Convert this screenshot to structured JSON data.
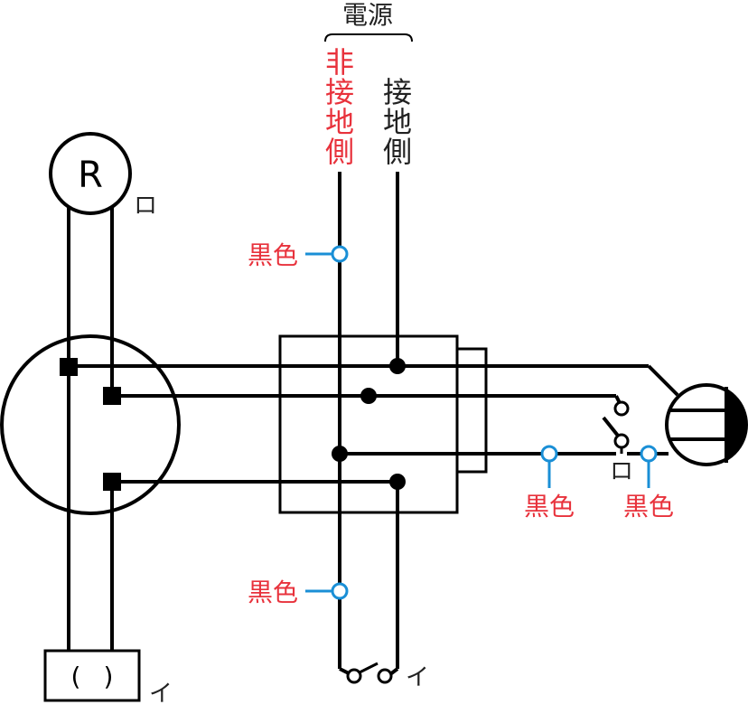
{
  "colors": {
    "line": "#000000",
    "text": "#222222",
    "red": "#e8323c",
    "blue": "#1a8fd6"
  },
  "power_source": {
    "title": "電源",
    "non_ground": [
      "非",
      "接",
      "地",
      "側"
    ],
    "ground": [
      "接",
      "地",
      "側"
    ]
  },
  "labels": {
    "receptacle_r": "R",
    "mark_ro_top": "ロ",
    "mark_ro_switch": "ロ",
    "mark_i_bottom": "イ",
    "mark_i_box": "イ",
    "box_paren_left": "(",
    "box_paren_right": ")",
    "black_upper": "黒色",
    "black_lower": "黒色",
    "black_right_1": "黒色",
    "black_right_2": "黒色"
  }
}
